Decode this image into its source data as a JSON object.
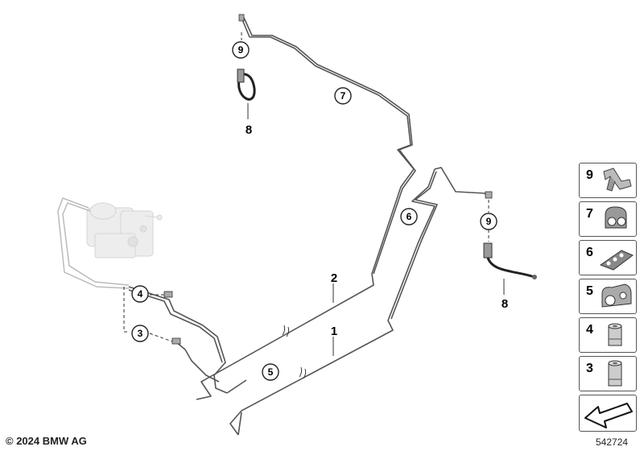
{
  "diagram": {
    "callouts": {
      "c9_top": "9",
      "c7": "7",
      "c6": "6",
      "c9_right": "9",
      "c4": "4",
      "c3": "3",
      "c5": "5"
    },
    "labels": {
      "l8_top": "8",
      "l8_right": "8",
      "l2": "2",
      "l1": "1"
    }
  },
  "parts_legend": [
    {
      "number": "9",
      "icon": "clip-bracket-icon"
    },
    {
      "number": "7",
      "icon": "double-pipe-clip-icon"
    },
    {
      "number": "6",
      "icon": "multi-pipe-holder-icon"
    },
    {
      "number": "5",
      "icon": "pipe-clip-icon"
    },
    {
      "number": "4",
      "icon": "union-nut-short-icon"
    },
    {
      "number": "3",
      "icon": "union-nut-long-icon"
    },
    {
      "number": "",
      "icon": "arrow-left-icon"
    }
  ],
  "footer": {
    "copyright": "© 2024 BMW AG",
    "diagram_id": "542724"
  },
  "colors": {
    "line": "#555555",
    "component_gray": "#bbbbbb"
  }
}
